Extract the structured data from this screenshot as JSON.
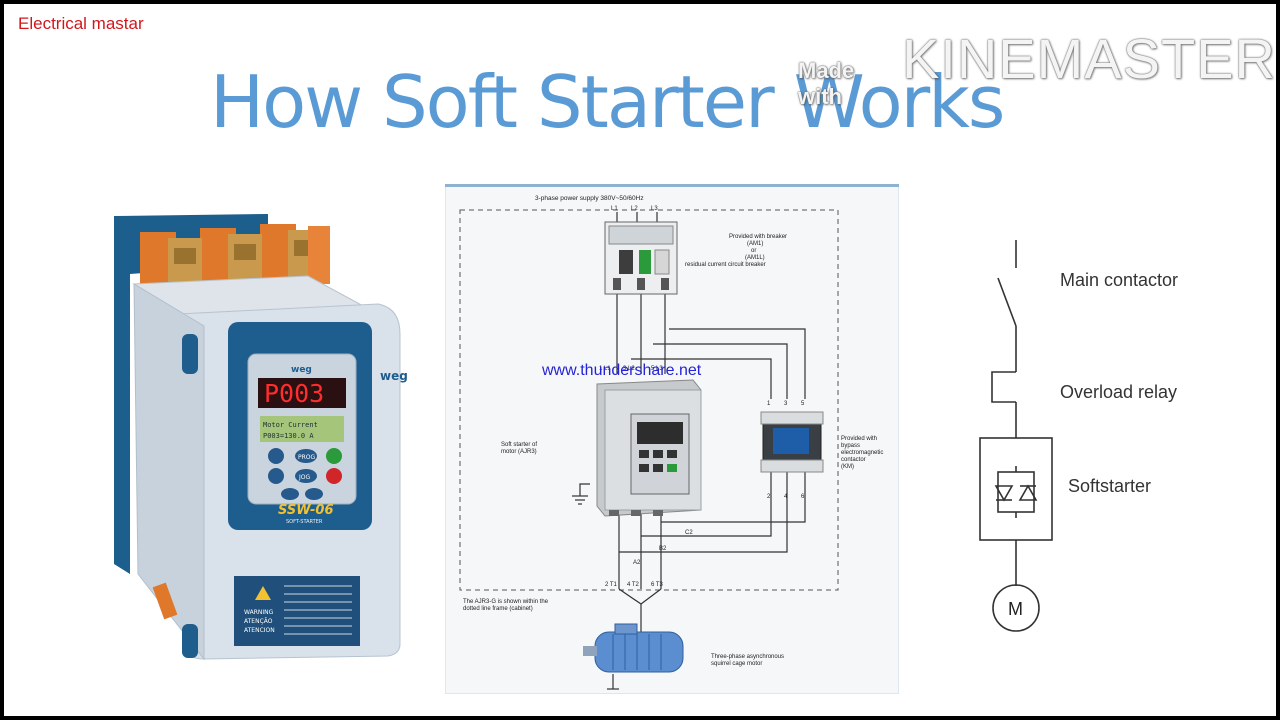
{
  "channel_name": "Electrical mastar",
  "title": "How Soft Starter Works",
  "watermark": {
    "prefix": "Made with",
    "brand": "KINEMASTER"
  },
  "device": {
    "brand": "weg",
    "display_digits": "P003",
    "lcd_line1": "Motor Current",
    "lcd_line2": "P003=130.0 A",
    "btn_prog": "PROG",
    "btn_jog": "JOG",
    "model": "SSW-06",
    "model_sub": "SOFT-STARTER",
    "warning_lines": [
      "WARNING",
      "ATENÇÃO",
      "ATENCION"
    ]
  },
  "wiring": {
    "supply": "3-phase power supply  380V~50/60Hz",
    "phases": [
      "L1",
      "L2",
      "L3"
    ],
    "breaker_note": [
      "Provided with breaker",
      "(AM1)",
      "or",
      "(AM1L)",
      "residual current circuit breaker"
    ],
    "inputs": [
      "1 L1",
      "3 L2",
      "5 L3"
    ],
    "contactor_top": [
      "1",
      "3",
      "5"
    ],
    "contactor_bottom": [
      "2",
      "4",
      "6"
    ],
    "contactor_note": [
      "Provided with",
      "bypass",
      "electromagnetic",
      "contactor",
      "(KM)"
    ],
    "starter_note": [
      "Soft starter of",
      "motor (AJR3)"
    ],
    "bus": [
      "A2",
      "B2",
      "C2"
    ],
    "outputs": [
      "2 T1",
      "4 T2",
      "6 T3"
    ],
    "cabinet_note": [
      "The AJR3-G is shown within the",
      "dotted line frame (cabinet)"
    ],
    "motor_note": [
      "Three-phase asynchronous",
      "squirrel cage motor"
    ],
    "url": "www.thundershare.net"
  },
  "schematic": {
    "main_contactor": "Main contactor",
    "overload_relay": "Overload relay",
    "softstarter": "Softstarter",
    "motor": "M"
  }
}
